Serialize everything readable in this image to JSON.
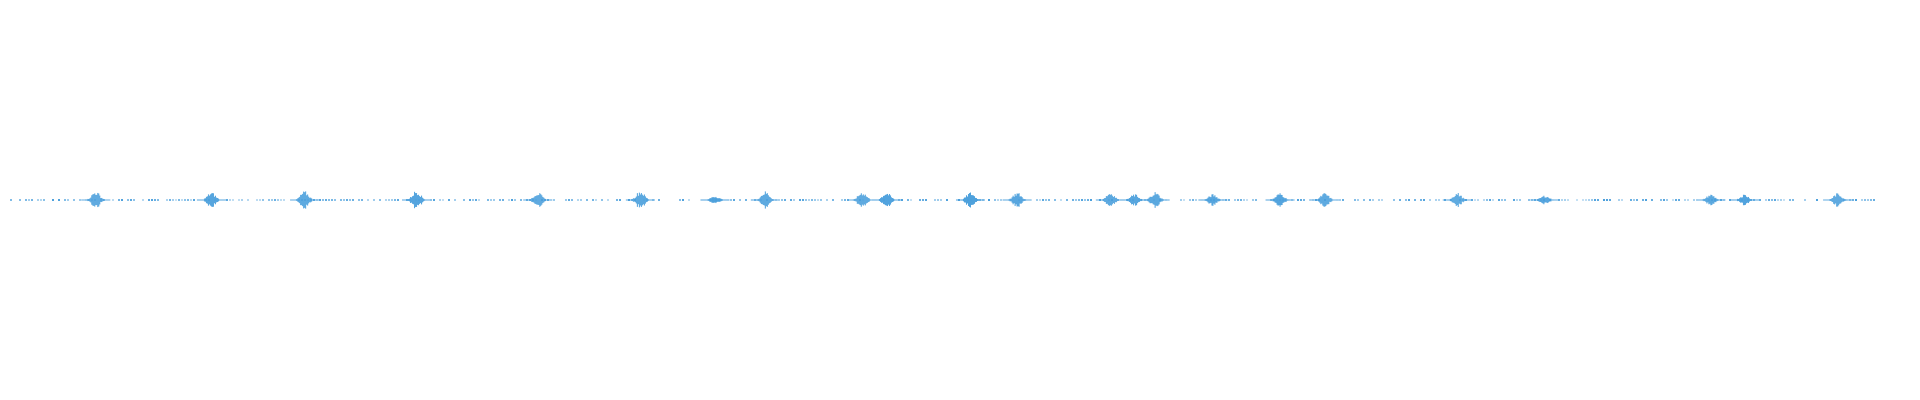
{
  "waveform": {
    "color": "#4a9fdc",
    "duration_fraction_shown": 1,
    "bursts": [
      {
        "pos": 0.046,
        "amp": 0.045
      },
      {
        "pos": 0.108,
        "amp": 0.04
      },
      {
        "pos": 0.158,
        "amp": 0.045
      },
      {
        "pos": 0.218,
        "amp": 0.05
      },
      {
        "pos": 0.283,
        "amp": 0.04
      },
      {
        "pos": 0.338,
        "amp": 0.048
      },
      {
        "pos": 0.378,
        "amp": 0.022
      },
      {
        "pos": 0.405,
        "amp": 0.045
      },
      {
        "pos": 0.457,
        "amp": 0.043
      },
      {
        "pos": 0.47,
        "amp": 0.04
      },
      {
        "pos": 0.515,
        "amp": 0.04
      },
      {
        "pos": 0.54,
        "amp": 0.04
      },
      {
        "pos": 0.59,
        "amp": 0.04
      },
      {
        "pos": 0.603,
        "amp": 0.03
      },
      {
        "pos": 0.614,
        "amp": 0.042
      },
      {
        "pos": 0.645,
        "amp": 0.03
      },
      {
        "pos": 0.681,
        "amp": 0.036
      },
      {
        "pos": 0.705,
        "amp": 0.036
      },
      {
        "pos": 0.776,
        "amp": 0.037
      },
      {
        "pos": 0.823,
        "amp": 0.024
      },
      {
        "pos": 0.912,
        "amp": 0.03
      },
      {
        "pos": 0.93,
        "amp": 0.03
      },
      {
        "pos": 0.98,
        "amp": 0.035
      }
    ]
  }
}
